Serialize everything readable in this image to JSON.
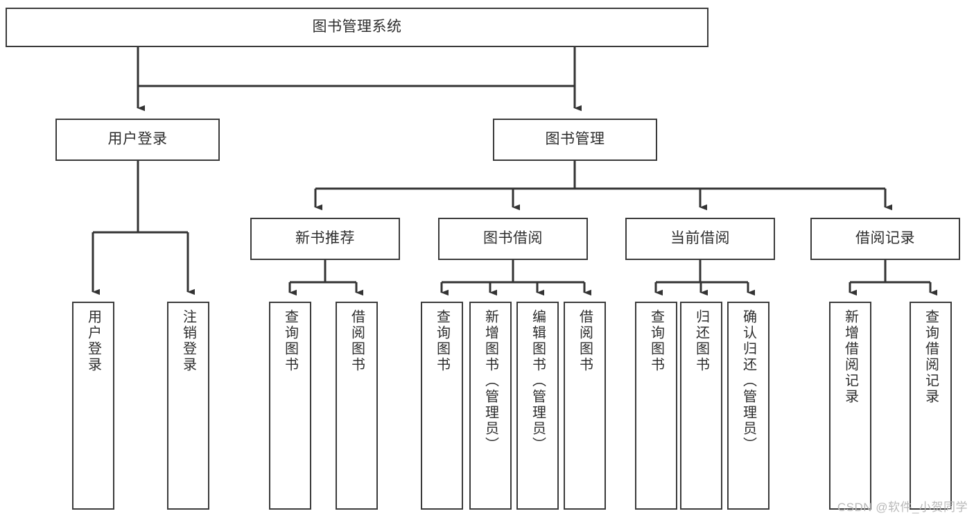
{
  "diagram": {
    "title": "图书管理系统",
    "type": "tree-hierarchy",
    "watermark": "CSDN @软件_小贺同学",
    "colors": {
      "background": "#ffffff",
      "box_border": "#3a3a3a",
      "box_fill": "#ffffff",
      "text": "#2d2d2d",
      "edge": "#333333",
      "watermark": "#b9b9b9"
    },
    "root": {
      "label": "图书管理系统"
    },
    "level1": [
      {
        "label": "用户登录"
      },
      {
        "label": "图书管理"
      }
    ],
    "level2": [
      {
        "label": "新书推荐"
      },
      {
        "label": "图书借阅"
      },
      {
        "label": "当前借阅"
      },
      {
        "label": "借阅记录"
      }
    ],
    "leaves": {
      "user_login": [
        {
          "label": "用户登录"
        },
        {
          "label": "注销登录"
        }
      ],
      "new_book": [
        {
          "label": "查询图书"
        },
        {
          "label": "借阅图书"
        }
      ],
      "book_borrow": [
        {
          "label": "查询图书"
        },
        {
          "label": "新增图书（管理员）"
        },
        {
          "label": "编辑图书（管理员）"
        },
        {
          "label": "借阅图书"
        }
      ],
      "current_borrow": [
        {
          "label": "查询图书"
        },
        {
          "label": "归还图书"
        },
        {
          "label": "确认归还（管理员）"
        }
      ],
      "borrow_record": [
        {
          "label": "新增借阅记录"
        },
        {
          "label": "查询借阅记录"
        }
      ]
    }
  }
}
